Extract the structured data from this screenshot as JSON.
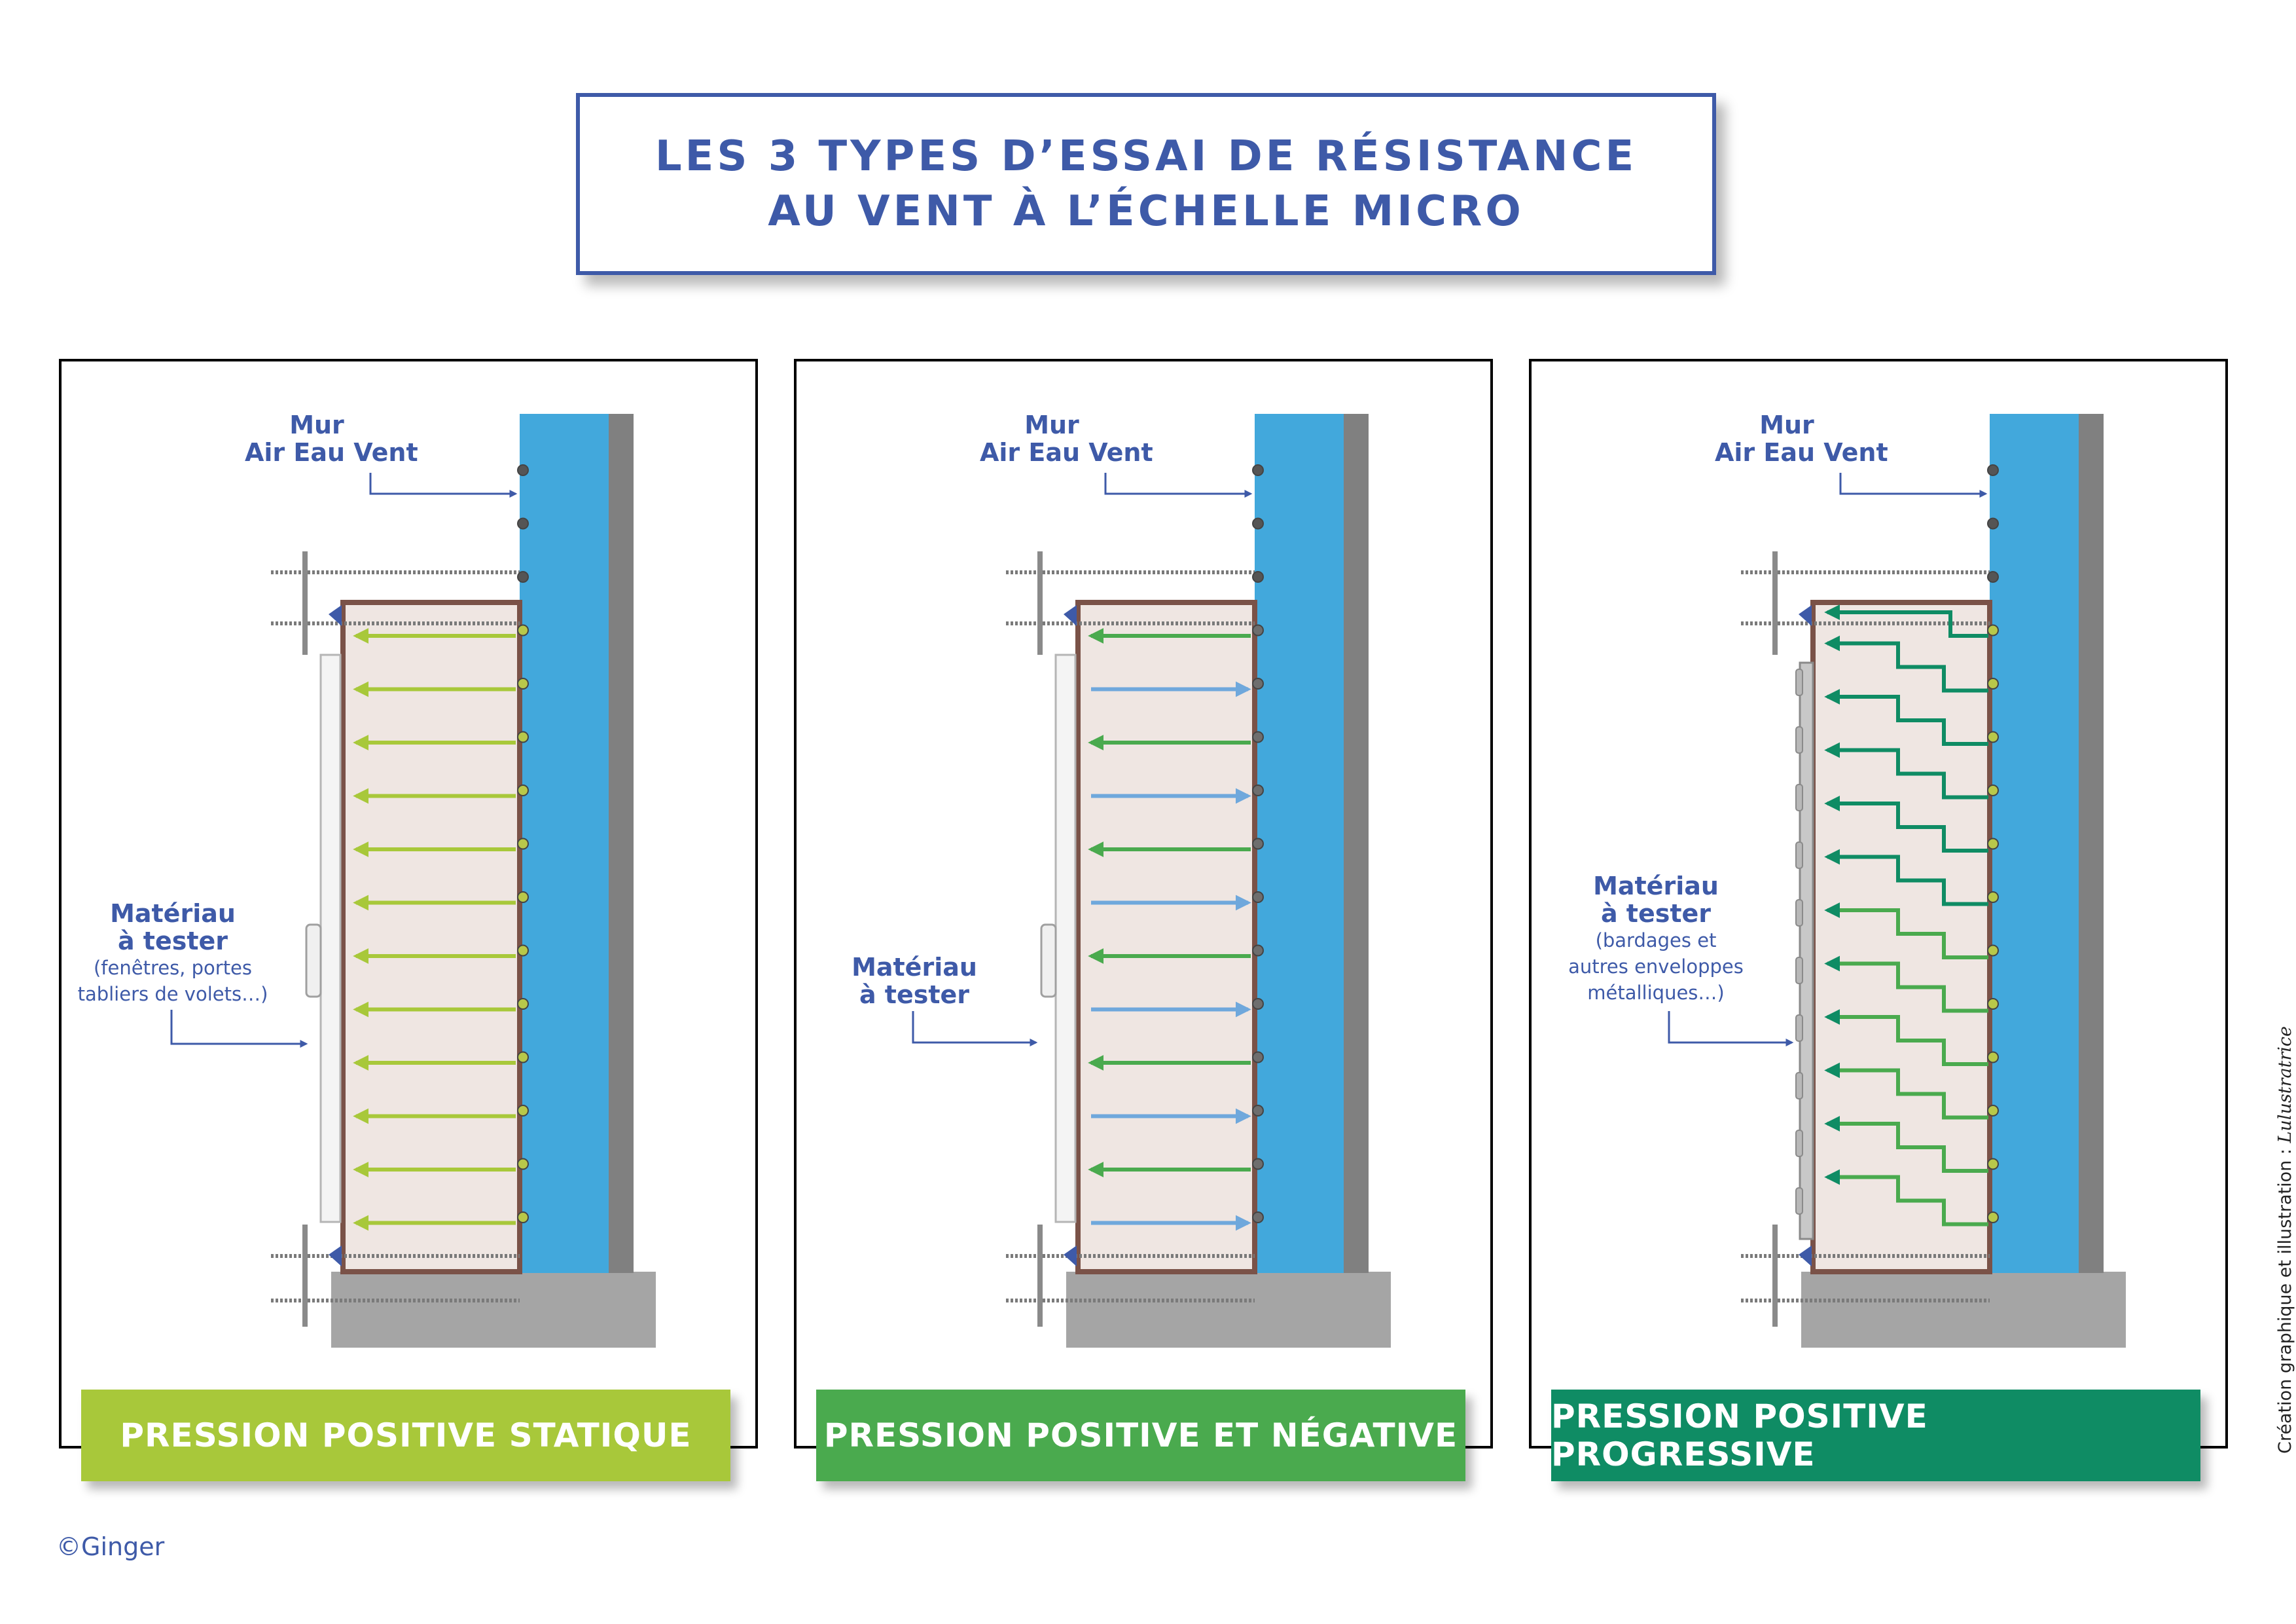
{
  "title": {
    "line1": "LES 3 TYPES D’ESSAI DE RÉSISTANCE",
    "line2": "AU VENT À L’ÉCHELLE MICRO"
  },
  "colors": {
    "title": "#3e5aa8",
    "water_blue": "#42a8dc",
    "wall_grey": "#808080",
    "base_grey": "#a5a5a5",
    "chamber_fill": "#efe6e2",
    "chamber_border": "#7a5248",
    "negative_arrow": "#6fa8dc"
  },
  "panels": [
    {
      "id": "statique",
      "border_color": "#a8c83a",
      "banner_color": "#a8c83a",
      "banner_label": "PRESSION POSITIVE STATIQUE",
      "wall_label_line1": "Mur",
      "wall_label_line2": "Air Eau Vent",
      "material_label_line1": "Matériau",
      "material_label_line2": "à tester",
      "material_note_line1": "(fenêtres, portes",
      "material_note_line2": "tabliers de volets…)",
      "arrow_pattern": "positive",
      "arrow_color": "#a8c83a"
    },
    {
      "id": "pos-neg",
      "border_color": "#4aaa4e",
      "banner_color": "#4aaa4e",
      "banner_label": "PRESSION POSITIVE ET NÉGATIVE",
      "wall_label_line1": "Mur",
      "wall_label_line2": "Air Eau Vent",
      "material_label_line1": "Matériau",
      "material_label_line2": "à tester",
      "material_note_line1": "",
      "material_note_line2": "",
      "arrow_pattern": "alternating",
      "arrow_color": "#4aaa4e"
    },
    {
      "id": "progressive",
      "border_color": "#0f8c64",
      "banner_color": "#0f8c64",
      "banner_label": "PRESSION POSITIVE PROGRESSIVE",
      "wall_label_line1": "Mur",
      "wall_label_line2": "Air Eau Vent",
      "material_label_line1": "Matériau",
      "material_label_line2": "à tester",
      "material_note_line1": "(bardages et",
      "material_note_line2": "autres enveloppes",
      "material_note_line3": "métalliques…)",
      "arrow_pattern": "stepped",
      "arrow_color": "#0f8c64"
    }
  ],
  "copyright": "©Ginger",
  "credit_text": "Création graphique et illustration : ",
  "credit_signature": "Lulustratrice"
}
